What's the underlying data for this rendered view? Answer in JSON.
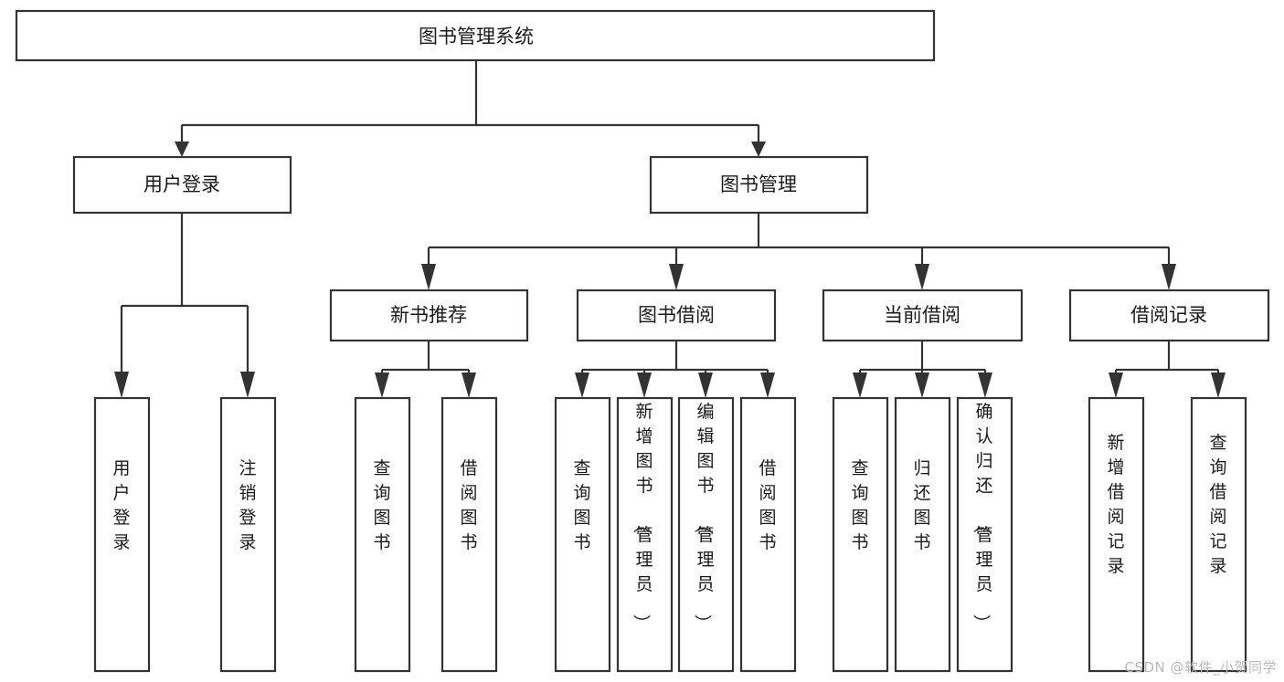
{
  "diagram": {
    "title": "图书管理系统",
    "watermark": "CSDN @软件_小贺同学",
    "root": {
      "label": "图书管理系统"
    },
    "level1": [
      {
        "label": "用户登录"
      },
      {
        "label": "图书管理"
      }
    ],
    "level2": [
      {
        "label": "新书推荐"
      },
      {
        "label": "图书借阅"
      },
      {
        "label": "当前借阅"
      },
      {
        "label": "借阅记录"
      }
    ],
    "leaves": {
      "user_login": [
        {
          "label": "用户登录"
        },
        {
          "label": "注销登录"
        }
      ],
      "new_book_recommend": [
        {
          "label": "查询图书"
        },
        {
          "label": "借阅图书"
        }
      ],
      "book_borrow": [
        {
          "label": "查询图书"
        },
        {
          "label": "新增图书（管理员）"
        },
        {
          "label": "编辑图书（管理员）"
        },
        {
          "label": "借阅图书"
        }
      ],
      "current_borrow": [
        {
          "label": "查询图书"
        },
        {
          "label": "归还图书"
        },
        {
          "label": "确认归还（管理员）"
        }
      ],
      "borrow_record": [
        {
          "label": "新增借阅记录"
        },
        {
          "label": "查询借阅记录"
        }
      ]
    },
    "colors": {
      "box_stroke": "#333333",
      "box_fill": "#ffffff",
      "text": "#1a1a1a",
      "watermark": "#b9b9b9",
      "background": "#ffffff"
    }
  }
}
